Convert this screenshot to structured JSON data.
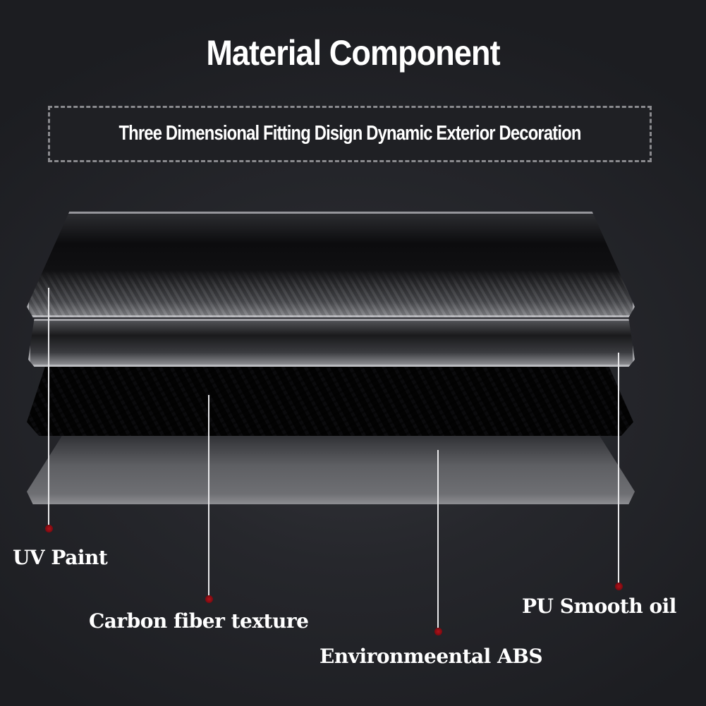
{
  "title": "Material Component",
  "subtitle": "Three Dimensional Fitting Disign Dynamic Exterior Decoration",
  "colors": {
    "background": "#26272c",
    "text": "#ffffff",
    "leader_line": "#e8e8ea",
    "dot": "#9a0f16",
    "dashed_border": "#8a8a8e"
  },
  "layers": [
    {
      "name": "UV Paint",
      "order": 1
    },
    {
      "name": "PU Smooth oil",
      "order": 2
    },
    {
      "name": "Carbon fiber texture",
      "order": 3
    },
    {
      "name": "Environmeental ABS",
      "order": 4
    }
  ],
  "labels": {
    "uv_paint": "UV Paint",
    "carbon_fiber": "Carbon fiber texture",
    "environmental_abs": "Environmeental ABS",
    "pu_smooth_oil": "PU Smooth oil"
  }
}
